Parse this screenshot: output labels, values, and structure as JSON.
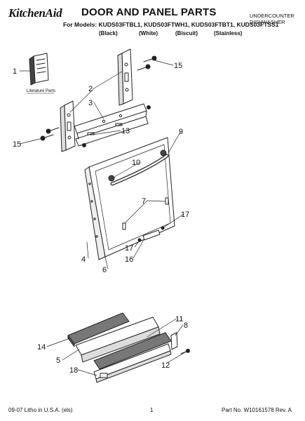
{
  "header": {
    "brand": "KitchenAid",
    "title": "DOOR AND PANEL PARTS",
    "unit_line1": "UNDERCOUNTER",
    "unit_line2": "DISHWASHER",
    "models_prefix": "For Models:",
    "models": "KUDS03FTBL1, KUDS03FTWH1, KUDS03FTBT1, KUDS03FTSS1",
    "variants": [
      "(Black)",
      "(White)",
      "(Biscuit)",
      "(Stainless)"
    ]
  },
  "diagram": {
    "literature_label": "Literature Parts",
    "callouts": [
      "1",
      "2",
      "3",
      "15",
      "13",
      "15",
      "9",
      "10",
      "7",
      "17",
      "4",
      "6",
      "17",
      "16",
      "11",
      "8",
      "14",
      "5",
      "18",
      "12"
    ]
  },
  "footer": {
    "left": "09-07 Litho in U.S.A. (els)",
    "page": "1",
    "part": "Part No. W10161578 Rev. A"
  }
}
